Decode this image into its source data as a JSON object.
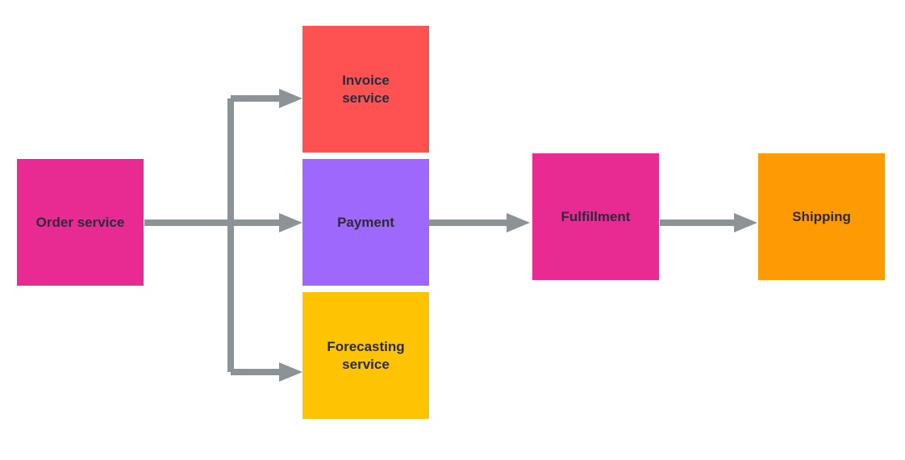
{
  "colors": {
    "arrow": "#8c9396",
    "label_text": "#2b2b3a"
  },
  "nodes": {
    "order": {
      "label": "Order service",
      "color": "#e82a93"
    },
    "invoice": {
      "label": "Invoice\nservice",
      "color": "#fe5252"
    },
    "payment": {
      "label": "Payment",
      "color": "#9f68fd"
    },
    "forecasting": {
      "label": "Forecasting\nservice",
      "color": "#fec303"
    },
    "fulfillment": {
      "label": "Fulfillment",
      "color": "#e82a93"
    },
    "shipping": {
      "label": "Shipping",
      "color": "#fe9a03"
    }
  },
  "edges": [
    {
      "from": "order",
      "to": "invoice"
    },
    {
      "from": "order",
      "to": "payment"
    },
    {
      "from": "order",
      "to": "forecasting"
    },
    {
      "from": "payment",
      "to": "fulfillment"
    },
    {
      "from": "fulfillment",
      "to": "shipping"
    }
  ]
}
